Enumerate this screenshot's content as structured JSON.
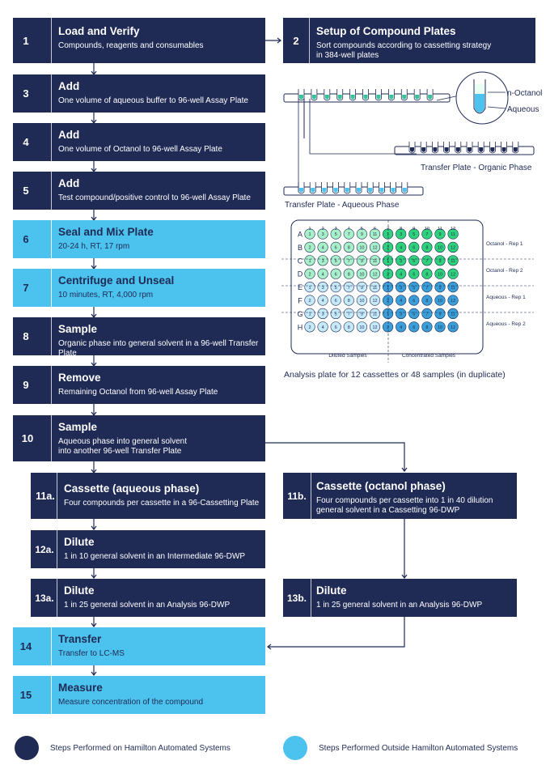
{
  "steps": {
    "s1": {
      "num": "1",
      "title": "Load and Verify",
      "desc": "Compounds, reagents and consumables"
    },
    "s2": {
      "num": "2",
      "title": "Setup of Compound Plates",
      "desc": "Sort compounds according to cassetting strategy in 384-well plates"
    },
    "s3": {
      "num": "3",
      "title": "Add",
      "desc": "One volume of aqueous buffer to 96-well Assay Plate"
    },
    "s4": {
      "num": "4",
      "title": "Add",
      "desc": "One volume of Octanol to 96-well Assay Plate"
    },
    "s5": {
      "num": "5",
      "title": "Add",
      "desc": "Test compound/positive control to 96-well Assay Plate"
    },
    "s6": {
      "num": "6",
      "title": "Seal and Mix Plate",
      "desc": "20-24 h, RT, 17 rpm"
    },
    "s7": {
      "num": "7",
      "title": "Centrifuge and Unseal",
      "desc": "10 minutes, RT, 4,000 rpm"
    },
    "s8": {
      "num": "8",
      "title": "Sample",
      "desc": "Organic phase into general solvent in a 96-well Transfer Plate"
    },
    "s9": {
      "num": "9",
      "title": "Remove",
      "desc": "Remaining Octanol from 96-well Assay Plate"
    },
    "s10": {
      "num": "10",
      "title": "Sample",
      "desc1": "Aqueous phase into general solvent",
      "desc2": "into another 96-well Transfer Plate"
    },
    "s11a": {
      "num": "11a.",
      "title": "Cassette (aqueous phase)",
      "desc": "Four compounds per cassette in a 96-Cassetting Plate"
    },
    "s11b": {
      "num": "11b.",
      "title": "Cassette (octanol phase)",
      "desc1": "Four compounds per cassette into 1 in 40 dilution",
      "desc2": "general solvent in a Cassetting 96-DWP"
    },
    "s12a": {
      "num": "12a.",
      "title": "Dilute",
      "desc": "1 in 10 general solvent in an Intermediate 96-DWP"
    },
    "s13a": {
      "num": "13a.",
      "title": "Dilute",
      "desc": "1 in 25 general solvent in an Analysis 96-DWP"
    },
    "s13b": {
      "num": "13b.",
      "title": "Dilute",
      "desc": "1 in 25 general solvent in an Analysis 96-DWP"
    },
    "s14": {
      "num": "14",
      "title": "Transfer",
      "desc": "Transfer to LC-MS"
    },
    "s15": {
      "num": "15",
      "title": "Measure",
      "desc": "Measure concentration of the compound"
    }
  },
  "illustration": {
    "n_octanol": "n-Octanol",
    "aqueous": "Aqueous",
    "transfer_organic": "Transfer Plate - Organic Phase",
    "transfer_aqueous": "Transfer Plate - Aqueous Phase",
    "rows": [
      "A",
      "B",
      "C",
      "D",
      "E",
      "F",
      "G",
      "H"
    ],
    "cols": [
      "1",
      "2",
      "3",
      "4",
      "5",
      "6",
      "7",
      "8",
      "9",
      "10",
      "11",
      "12"
    ],
    "odd_numbers": [
      "1",
      "3",
      "5",
      "7",
      "9",
      "11"
    ],
    "even_numbers": [
      "2",
      "4",
      "6",
      "8",
      "10",
      "12"
    ],
    "rep_labels": [
      "Octanol - Rep 1",
      "Octanol - Rep 2",
      "Aqueous - Rep 1",
      "Aqueous - Rep 2"
    ],
    "diluted": "Diluted Samples",
    "concentrated": "Concentrated Samples",
    "caption": "Analysis plate for 12 cassettes or 48 samples (in duplicate)"
  },
  "legend": {
    "dark_label": "Steps Performed on Hamilton Automated Systems",
    "light_label": "Steps Performed Outside Hamilton Automated Systems"
  },
  "colors": {
    "dark_step": "#1f2a55",
    "light_step": "#4cc2ee",
    "octanol_well_light": "#a8f0c8",
    "octanol_well_dark": "#2fd27a",
    "aqueous_well_light": "#c6e9f8",
    "aqueous_well_dark": "#3a9fd8"
  }
}
